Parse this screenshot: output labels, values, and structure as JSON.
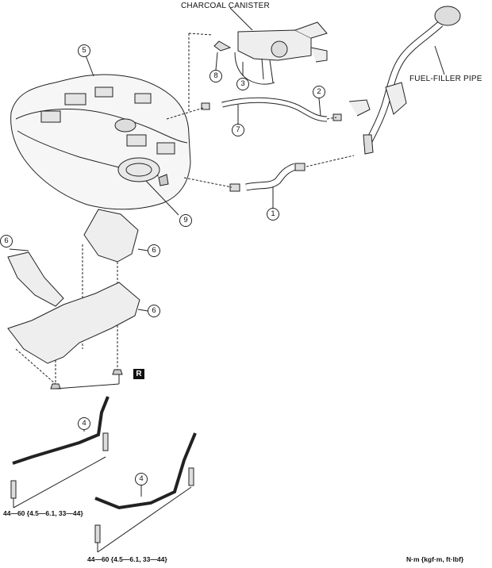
{
  "labels": {
    "charcoal_canister": "CHARCOAL CANISTER",
    "fuel_filler_pipe": "FUEL-FILLER PIPE"
  },
  "callouts": {
    "c1": "1",
    "c2": "2",
    "c3": "3",
    "c4a": "4",
    "c4b": "4",
    "c5": "5",
    "c6a": "6",
    "c6b": "6",
    "c6c": "6",
    "c7": "7",
    "c8": "8",
    "c9": "9"
  },
  "r_marker": "R",
  "torque_spec_1": "44—60 {4.5—6.1, 33—44}",
  "torque_spec_2": "44—60 {4.5—6.1, 33—44}",
  "units_note": "N·m {kgf·m, ft·lbf}"
}
